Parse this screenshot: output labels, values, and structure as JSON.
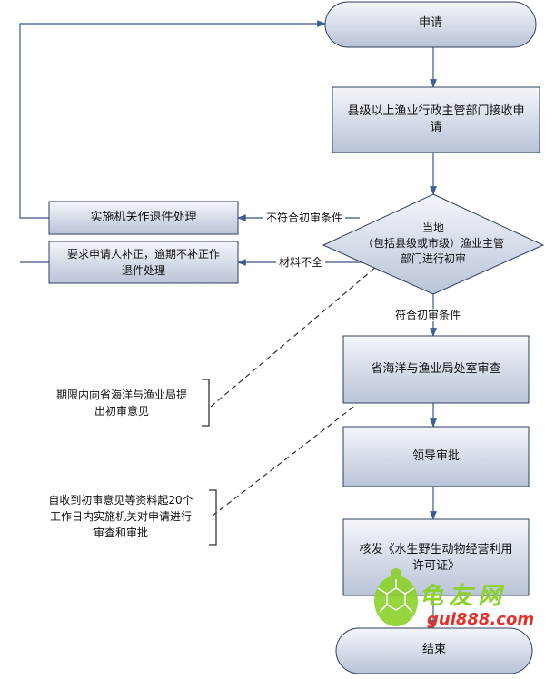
{
  "nodes": {
    "apply": "申请",
    "receive": "县级以上渔业行政主管部门接收申\n请",
    "review": "当地\n（包括县级或市级）渔业主管\n部门进行初审",
    "reject": "实施机关作退件处理",
    "supplement": "要求申请人补正，逾期不补正作\n退件处理",
    "office_review": "省海洋与渔业局处室审查",
    "leader": "领导审批",
    "issue": "核发《水生野生动物经营利用\n许可证》",
    "end": "结束"
  },
  "edges": {
    "not_qualified": "不符合初审条件",
    "incomplete": "材料不全",
    "qualified": "符合初审条件"
  },
  "notes": {
    "deadline_1": "期限内向省海洋与渔业局提\n出初审意见",
    "deadline_2": "自收到初审意见等资料起20个\n工作日内实施机关对申请进行\n审查和审批"
  },
  "watermark": {
    "title": "龟友网",
    "url": "gui888.com"
  },
  "colors": {
    "box_fill_top": "#f4f6fa",
    "box_fill_bottom": "#b9c4d8",
    "border": "#2f3f5f",
    "line": "#5a6f98",
    "arrow": "#3f5e8f",
    "watermark_green": "#8ad12a",
    "watermark_red": "#e2322b"
  }
}
